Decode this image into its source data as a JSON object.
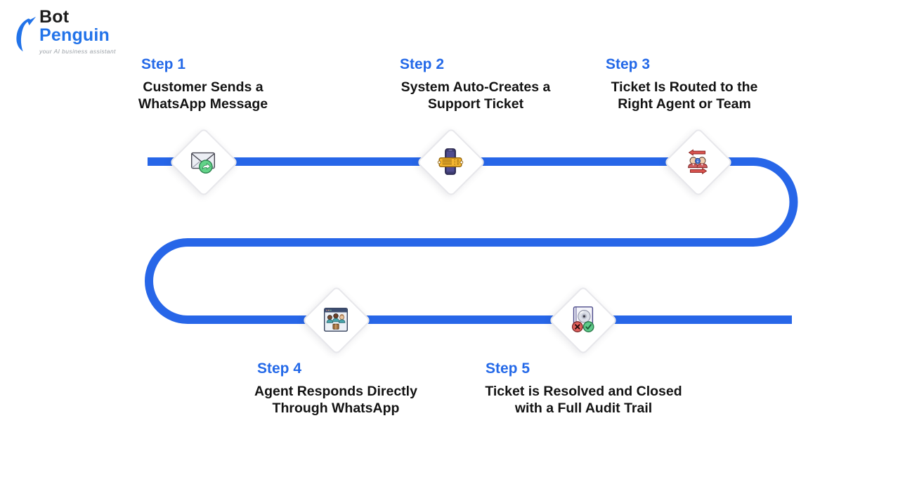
{
  "logo": {
    "bot": "Bot",
    "penguin": "Penguin",
    "tagline": "your AI business assistant"
  },
  "colors": {
    "accent_blue": "#2469e8",
    "path_blue": "#2766e8",
    "text_dark": "#131313",
    "diamond_border": "#e7e7eb"
  },
  "steps": [
    {
      "label": "Step 1",
      "title_lines": [
        "Customer Sends a",
        "WhatsApp Message"
      ],
      "icon": "envelope-forward-icon"
    },
    {
      "label": "Step 2",
      "title_lines": [
        "System Auto-Creates a",
        "Support Ticket"
      ],
      "icon": "phone-ticket-icon"
    },
    {
      "label": "Step 3",
      "title_lines": [
        "Ticket Is Routed to the",
        "Right Agent or Team"
      ],
      "icon": "agents-routing-icon"
    },
    {
      "label": "Step 4",
      "title_lines": [
        "Agent Responds Directly",
        "Through WhatsApp"
      ],
      "icon": "team-window-icon"
    },
    {
      "label": "Step 5",
      "title_lines": [
        "Ticket is Resolved and Closed",
        "with a Full Audit Trail"
      ],
      "icon": "resolved-audit-icon"
    }
  ]
}
